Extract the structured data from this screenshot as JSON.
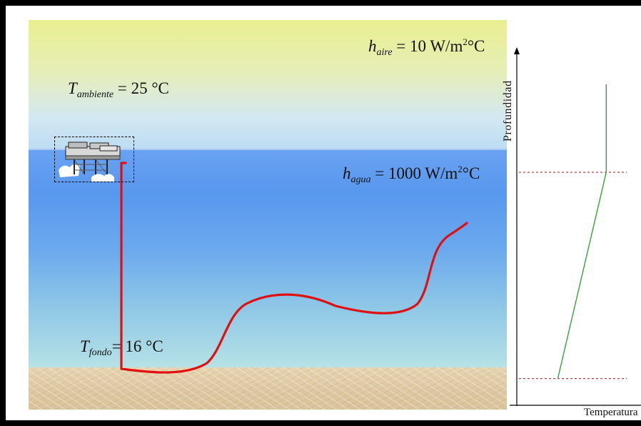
{
  "diagram": {
    "labels": {
      "t_ambiente": {
        "symbol": "T",
        "subscript": "ambiente",
        "value": "= 25 °C"
      },
      "h_aire": {
        "symbol": "h",
        "subscript": "aire",
        "value": "= 10 W/m",
        "sup": "2",
        "unit_tail": "°C"
      },
      "h_agua": {
        "symbol": "h",
        "subscript": "agua",
        "value": "= 1000 W/m",
        "sup": "2",
        "unit_tail": "°C"
      },
      "t_fondo": {
        "symbol": "T",
        "subscript": "fondo",
        "value": "= 16 °C"
      }
    },
    "colors": {
      "pipe": "#e01010",
      "profile_line": "#3aa03a",
      "boundary_dashes": "#e03030"
    }
  },
  "chart_data": {
    "type": "line",
    "title": "",
    "xlabel": "Temperatura",
    "ylabel": "Profundidad",
    "series": [
      {
        "points": [
          [
            0.72,
            0.0
          ],
          [
            0.72,
            0.245
          ],
          [
            0.33,
            0.82
          ]
        ]
      }
    ],
    "reference_lines": [
      {
        "orientation": "horizontal",
        "depth": 0.245,
        "style": "dashed"
      },
      {
        "orientation": "horizontal",
        "depth": 0.82,
        "style": "dashed"
      }
    ]
  }
}
